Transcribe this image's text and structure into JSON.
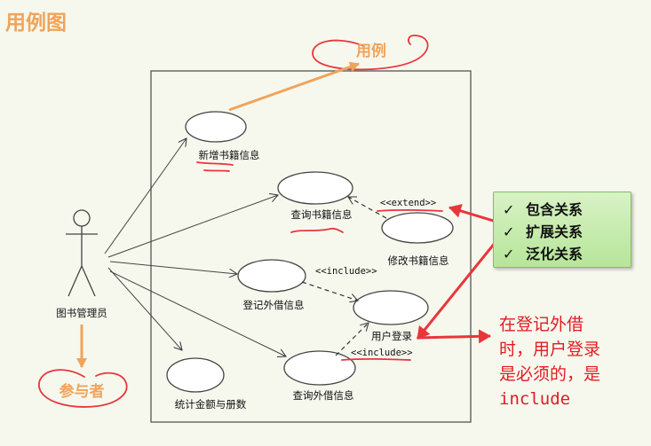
{
  "title": "用例图",
  "annotations": {
    "use_case_callout": "用例",
    "actor_callout": "参与者"
  },
  "actor": {
    "name": "图书管理员"
  },
  "use_cases": {
    "add_book_info": "新增书籍信息",
    "query_book_info": "查询书籍信息",
    "modify_book_info": "修改书籍信息",
    "register_lending": "登记外借信息",
    "user_login": "用户登录",
    "statistics": "统计金额与册数",
    "query_lending": "查询外借信息"
  },
  "stereotypes": {
    "extend": "<<extend>>",
    "include_register": "<<include>>",
    "include_query": "<<include>>"
  },
  "legend": {
    "items": [
      "包含关系",
      "扩展关系",
      "泛化关系"
    ]
  },
  "note": {
    "lines": [
      "在登记外借",
      "时，用户登录",
      "是必须的，是",
      "include"
    ]
  },
  "colors": {
    "handwriting_red": "#e8363a",
    "arrow_orange": "#f0a35a",
    "legend_green": "#b7e59a"
  }
}
